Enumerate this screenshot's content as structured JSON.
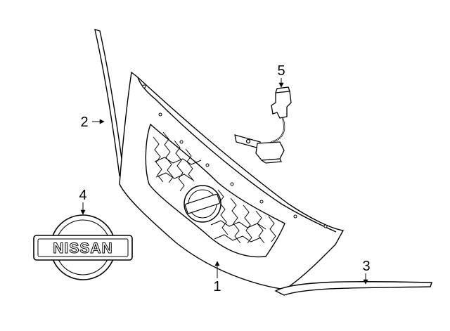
{
  "parts": [
    {
      "callout": "1",
      "part": "grille-assembly"
    },
    {
      "callout": "2",
      "part": "upper-molding"
    },
    {
      "callout": "3",
      "part": "lower-molding"
    },
    {
      "callout": "4",
      "part": "emblem"
    },
    {
      "callout": "5",
      "part": "sensor"
    }
  ],
  "emblem": {
    "text": "NISSAN"
  },
  "colors": {
    "line": "#000000",
    "background": "#ffffff"
  }
}
